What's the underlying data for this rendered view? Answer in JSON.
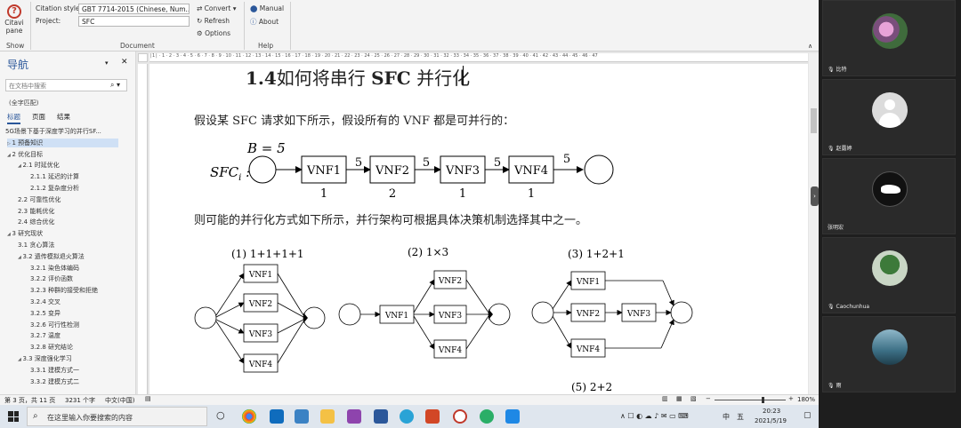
{
  "ribbon": {
    "citavi_label": "Citavi",
    "pane_label": "pane",
    "show_label": "Show",
    "citation_style_label": "Citation style:",
    "citation_style_value": "GBT 7714-2015 (Chinese, Num...",
    "project_label": "Project:",
    "project_value": "SFC",
    "convert_label": "Convert",
    "refresh_label": "Refresh",
    "options_label": "Options",
    "document_group": "Document",
    "manual_label": "Manual",
    "about_label": "About",
    "help_group": "Help"
  },
  "nav": {
    "title": "导航",
    "search_placeholder": "在文档中搜索",
    "tabs": [
      "标题",
      "页面",
      "结果"
    ],
    "match_text": "(全字匹配)",
    "items": [
      "5G场景下基于深度学习的并行SF...",
      "1 预备知识",
      "2 优化目标",
      "2.1 时延优化",
      "2.1.1 延迟的计算",
      "2.1.2 复杂度分析",
      "2.2 可靠性优化",
      "2.3 能耗优化",
      "2.4 综合优化",
      "3 研究现状",
      "3.1 贪心算法",
      "3.2 遗传模拟退火算法",
      "3.2.1 染色体编码",
      "3.2.2 评价函数",
      "3.2.3 种群的接受和拒绝",
      "3.2.4 交叉",
      "3.2.5 变异",
      "3.2.6 可行性检测",
      "3.2.7 温度",
      "3.2.8 研究结论",
      "3.3 深度强化学习",
      "3.3.1 建模方式一",
      "3.3.2 建模方式二"
    ]
  },
  "doc": {
    "heading_num": "1.4",
    "heading_text": "如何将串行",
    "heading_sfc": "SFC",
    "heading_tail": "并行化",
    "para1": "假设某 SFC 请求如下所示，假设所有的 VNF 都是可并行的：",
    "para2": "则可能的并行化方式如下所示，并行架构可根据具体决策机制选择其中之一。",
    "chain": {
      "b_label": "B = 5",
      "sfc_label": "SFC",
      "sfc_sub": "i",
      "vnfs": [
        "VNF1",
        "VNF2",
        "VNF3",
        "VNF4"
      ],
      "costs": [
        "1",
        "2",
        "1",
        "1"
      ],
      "link_labels": [
        "5",
        "5",
        "5",
        "5"
      ]
    },
    "diagrams": [
      {
        "title": "(1) 1+1+1+1",
        "vnfs": [
          "VNF1",
          "VNF2",
          "VNF3",
          "VNF4"
        ]
      },
      {
        "title": "(2) 1×3",
        "vnfs": [
          "VNF1",
          "VNF2",
          "VNF3",
          "VNF4"
        ]
      },
      {
        "title": "(3) 1+2+1",
        "vnfs": [
          "VNF1",
          "VNF2",
          "VNF3",
          "VNF4"
        ]
      }
    ],
    "cutoff_text": "(5) 2+2"
  },
  "status": {
    "page": "第 3 页，共 11 页",
    "words": "3231 个字",
    "lang": "中文(中国)",
    "zoom": "180%"
  },
  "taskbar": {
    "search_placeholder": "在这里输入你要搜索的内容",
    "time": "20:23",
    "date": "2021/5/19",
    "ime": "中",
    "ime2": "五"
  },
  "participants": [
    "比特",
    "赵露婷",
    "张明宏",
    "Caochunhua",
    "雨"
  ],
  "colors": {
    "accent": "#2b579a",
    "nav_selected": "#cfe0f5",
    "sidebar_bg": "#1e1e1e"
  }
}
